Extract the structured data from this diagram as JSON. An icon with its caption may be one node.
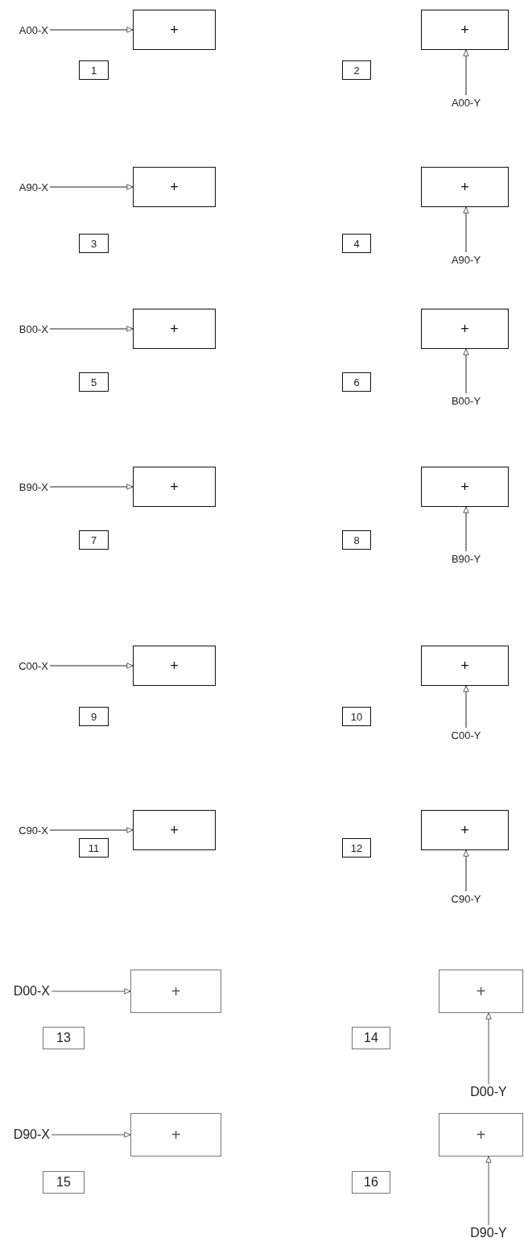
{
  "diagram": {
    "nodes": [
      {
        "text": [
          "A00-X"
        ]
      },
      {
        "text": [
          "+"
        ]
      },
      {
        "text": [
          "+"
        ]
      },
      {
        "text": [
          "1"
        ]
      },
      {
        "text": [
          "2"
        ]
      },
      {
        "text": [
          "A00-Y"
        ]
      },
      {
        "text": [
          "A90-X"
        ]
      },
      {
        "text": [
          "+"
        ]
      },
      {
        "text": [
          "+"
        ]
      },
      {
        "text": [
          "3"
        ]
      },
      {
        "text": [
          "4"
        ]
      },
      {
        "text": [
          "A90-Y"
        ]
      },
      {
        "text": [
          "B00-X"
        ]
      },
      {
        "text": [
          "+"
        ]
      },
      {
        "text": [
          "+"
        ]
      },
      {
        "text": [
          "5"
        ]
      },
      {
        "text": [
          "6"
        ]
      },
      {
        "text": [
          "B00-Y"
        ]
      },
      {
        "text": [
          "B90-X"
        ]
      },
      {
        "text": [
          "+"
        ]
      },
      {
        "text": [
          "+"
        ]
      },
      {
        "text": [
          "7"
        ]
      },
      {
        "text": [
          "8"
        ]
      },
      {
        "text": [
          "B90-Y"
        ]
      },
      {
        "text": [
          "C00-X"
        ]
      },
      {
        "text": [
          "+"
        ]
      },
      {
        "text": [
          "+"
        ]
      },
      {
        "text": [
          "9"
        ]
      },
      {
        "text": [
          "10"
        ]
      },
      {
        "text": [
          "C00-Y"
        ]
      },
      {
        "text": [
          "C90-X"
        ]
      },
      {
        "text": [
          "+"
        ]
      },
      {
        "text": [
          "+"
        ]
      },
      {
        "text": [
          "11"
        ]
      },
      {
        "text": [
          "12"
        ]
      },
      {
        "text": [
          "C90-Y"
        ]
      },
      {
        "text": [
          "D00-X"
        ]
      },
      {
        "text": [
          "+"
        ]
      },
      {
        "text": [
          "+"
        ]
      },
      {
        "text": [
          "13"
        ]
      },
      {
        "text": [
          "14"
        ]
      },
      {
        "text": [
          "D00-Y"
        ]
      },
      {
        "text": [
          "D90-X"
        ]
      },
      {
        "text": [
          "+"
        ]
      },
      {
        "text": [
          "+"
        ]
      },
      {
        "text": [
          "15"
        ]
      },
      {
        "text": [
          "16"
        ]
      },
      {
        "text": [
          "D90-Y"
        ]
      }
    ],
    "edges": [
      {
        "from": 0,
        "to": 1,
        "arrow": "to"
      },
      {
        "from": 5,
        "to": 2,
        "arrow": "to"
      },
      {
        "from": 6,
        "to": 7,
        "arrow": "to"
      },
      {
        "from": 11,
        "to": 8,
        "arrow": "to"
      },
      {
        "from": 12,
        "to": 13,
        "arrow": "to"
      },
      {
        "from": 17,
        "to": 14,
        "arrow": "to"
      },
      {
        "from": 18,
        "to": 19,
        "arrow": "to"
      },
      {
        "from": 23,
        "to": 20,
        "arrow": "to"
      },
      {
        "from": 24,
        "to": 25,
        "arrow": "to"
      },
      {
        "from": 29,
        "to": 26,
        "arrow": "to"
      },
      {
        "from": 30,
        "to": 31,
        "arrow": "to"
      },
      {
        "from": 35,
        "to": 32,
        "arrow": "to"
      },
      {
        "from": 36,
        "to": 37,
        "arrow": "to"
      },
      {
        "from": 41,
        "to": 38,
        "arrow": "to"
      },
      {
        "from": 42,
        "to": 43,
        "arrow": "to"
      },
      {
        "from": 47,
        "to": 44,
        "arrow": "to"
      }
    ]
  }
}
